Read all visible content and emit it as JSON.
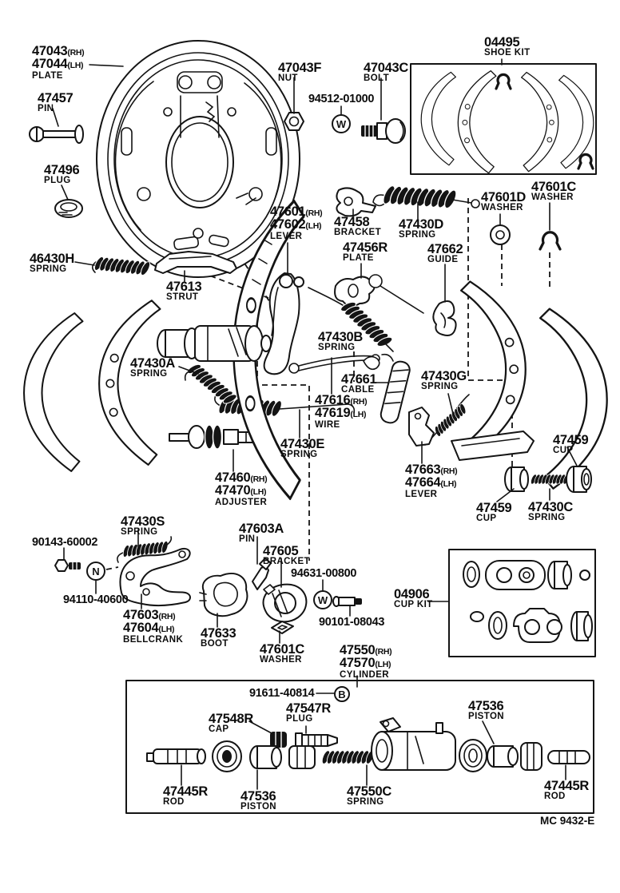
{
  "colors": {
    "ink": "#141414",
    "paper": "#ffffff"
  },
  "labels": {
    "plate": {
      "n1": "47043",
      "s1": "(RH)",
      "n2": "47044",
      "s2": "(LH)",
      "d": "PLATE"
    },
    "pin47457": {
      "n": "47457",
      "d": "PIN"
    },
    "plug47496": {
      "n": "47496",
      "d": "PLUG"
    },
    "nut47043f": {
      "n": "47043F",
      "d": "NUT"
    },
    "w94512": {
      "n": "94512-01000"
    },
    "bolt47043c": {
      "n": "47043C",
      "d": "BOLT"
    },
    "shoekit": {
      "n": "04495",
      "d": "SHOE KIT"
    },
    "washer47601d": {
      "n": "47601D",
      "d": "WASHER"
    },
    "washer47601cTop": {
      "n": "47601C",
      "d": "WASHER"
    },
    "lever47601": {
      "n1": "47601",
      "s1": "(RH)",
      "n2": "47602",
      "s2": "(LH)",
      "d": "LEVER"
    },
    "bracket47458": {
      "n": "47458",
      "d": "BRACKET"
    },
    "spring47430d": {
      "n": "47430D",
      "d": "SPRING"
    },
    "plate47456r": {
      "n": "47456R",
      "d": "PLATE"
    },
    "guide47662": {
      "n": "47662",
      "d": "GUIDE"
    },
    "spring46430h": {
      "n": "46430H",
      "d": "SPRING"
    },
    "strut47613": {
      "n": "47613",
      "d": "STRUT"
    },
    "spring47430b": {
      "n": "47430B",
      "d": "SPRING"
    },
    "spring47430a": {
      "n": "47430A",
      "d": "SPRING"
    },
    "cable47661": {
      "n": "47661",
      "d": "CABLE"
    },
    "spring47430g": {
      "n": "47430G",
      "d": "SPRING"
    },
    "wire47616": {
      "n1": "47616",
      "s1": "(RH)",
      "n2": "47619",
      "s2": "(LH)",
      "d": "WIRE"
    },
    "spring47430e": {
      "n": "47430E",
      "d": "SPRING"
    },
    "adjuster": {
      "n1": "47460",
      "s1": "(RH)",
      "n2": "47470",
      "s2": "(LH)",
      "d": "ADJUSTER"
    },
    "lever47663": {
      "n1": "47663",
      "s1": "(RH)",
      "n2": "47664",
      "s2": "(LH)",
      "d": "LEVER"
    },
    "cup47459r": {
      "n": "47459",
      "d": "CUP"
    },
    "cup47459b": {
      "n": "47459",
      "d": "CUP"
    },
    "spring47430c": {
      "n": "47430C",
      "d": "SPRING"
    },
    "spring47430s": {
      "n": "47430S",
      "d": "SPRING"
    },
    "bolt90143": {
      "n": "90143-60002"
    },
    "nut94110": {
      "n": "94110-40600"
    },
    "bellcrank": {
      "n1": "47603",
      "s1": "(RH)",
      "n2": "47604",
      "s2": "(LH)",
      "d": "BELLCRANK"
    },
    "boot47633": {
      "n": "47633",
      "d": "BOOT"
    },
    "pin47603a": {
      "n": "47603A",
      "d": "PIN"
    },
    "bracket47605": {
      "n": "47605",
      "d": "BRACKET"
    },
    "w94631": {
      "n": "94631-00800"
    },
    "bolt90101": {
      "n": "90101-08043"
    },
    "washer47601cMid": {
      "n": "47601C",
      "d": "WASHER"
    },
    "cupkit": {
      "n": "04906",
      "d": "CUP KIT"
    },
    "cylinder": {
      "n1": "47550",
      "s1": "(RH)",
      "n2": "47570",
      "s2": "(LH)",
      "d": "CYLINDER"
    },
    "b91611": {
      "n": "91611-40814"
    },
    "plug47547r": {
      "n": "47547R",
      "d": "PLUG"
    },
    "cap47548r": {
      "n": "47548R",
      "d": "CAP"
    },
    "rodL": {
      "n": "47445R",
      "d": "ROD"
    },
    "pistonL": {
      "n": "47536",
      "d": "PISTON"
    },
    "spring47550c": {
      "n": "47550C",
      "d": "SPRING"
    },
    "pistonR": {
      "n": "47536",
      "d": "PISTON"
    },
    "rodR": {
      "n": "47445R",
      "d": "ROD"
    }
  },
  "marks": {
    "w94512": "W",
    "w94631": "W",
    "n94110": "N",
    "b91611": "B"
  },
  "footer": "MC 9432-E"
}
